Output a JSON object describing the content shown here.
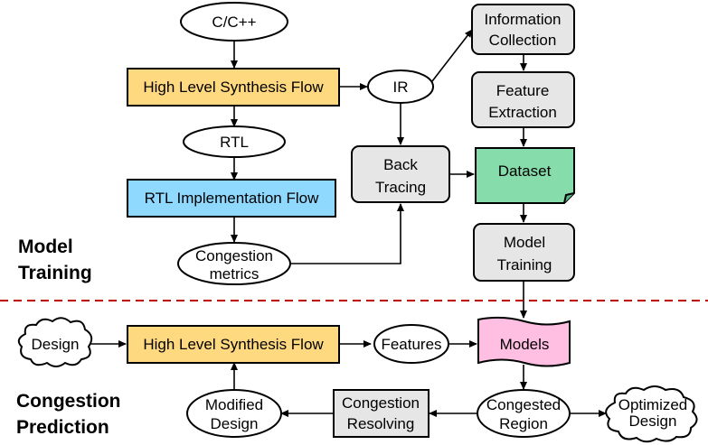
{
  "colors": {
    "hls": "#ffd97f",
    "rtl_impl": "#8fd9ff",
    "dataset": "#86dcaa",
    "models": "#ffbfe3",
    "process": "#e6e6e6",
    "divider": "#c00000"
  },
  "nodes": {
    "cpp": "C/C++",
    "hls_top": "High Level Synthesis Flow",
    "rtl": "RTL",
    "rtl_impl": "RTL Implementation Flow",
    "congestion_metrics": [
      "Congestion",
      "metrics"
    ],
    "ir": "IR",
    "info_collection": [
      "Information",
      "Collection"
    ],
    "feature_extraction": [
      "Feature",
      "Extraction"
    ],
    "back_tracing": [
      "Back",
      "Tracing"
    ],
    "dataset": "Dataset",
    "model_training": [
      "Model",
      "Training"
    ],
    "design": "Design",
    "hls_bottom": "High Level Synthesis Flow",
    "features": "Features",
    "models": "Models",
    "modified_design": [
      "Modified",
      "Design"
    ],
    "congestion_resolving": [
      "Congestion",
      "Resolving"
    ],
    "congested_region": [
      "Congested",
      "Region"
    ],
    "optimized_design": [
      "Optimized",
      "Design"
    ]
  },
  "sections": {
    "training": [
      "Model",
      "Training"
    ],
    "prediction": [
      "Congestion",
      "Prediction"
    ]
  }
}
